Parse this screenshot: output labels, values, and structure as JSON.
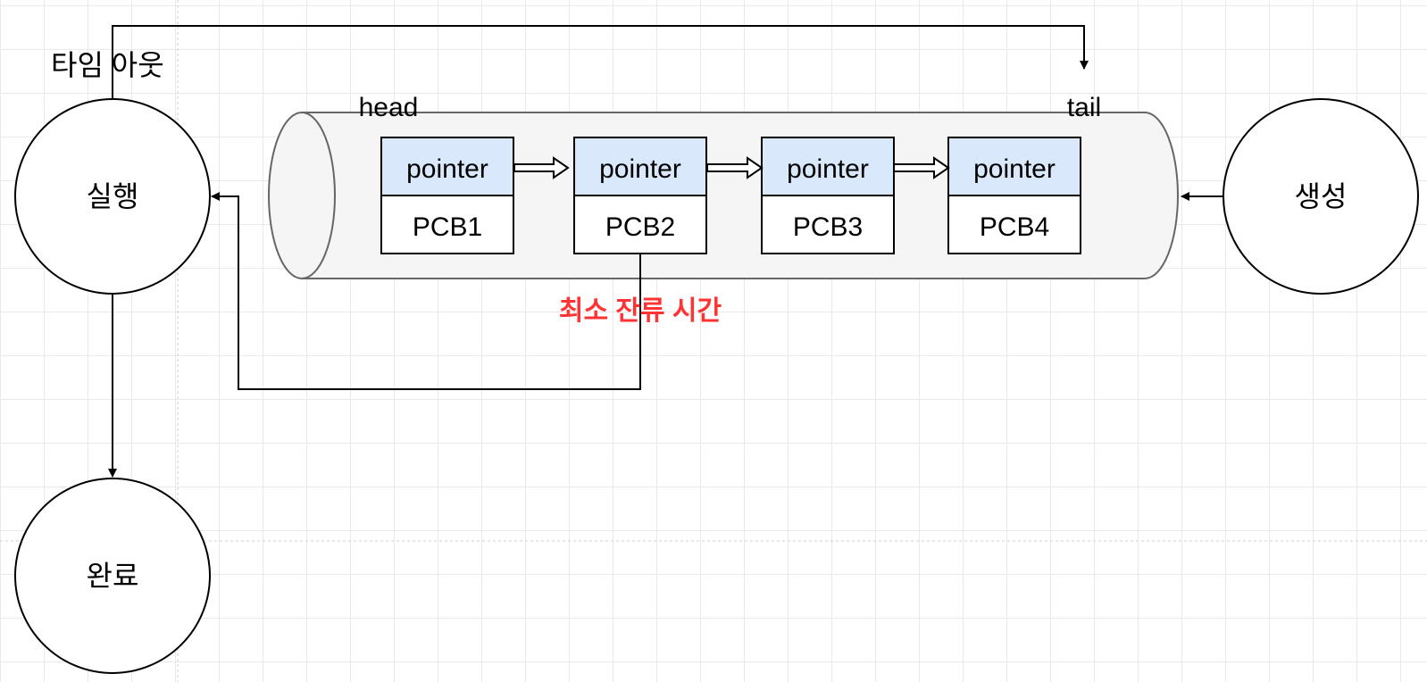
{
  "states": {
    "running": "실행",
    "done": "완료",
    "created": "생성"
  },
  "queue": {
    "head_label": "head",
    "tail_label": "tail",
    "nodes": [
      {
        "pointer": "pointer",
        "pcb": "PCB1"
      },
      {
        "pointer": "pointer",
        "pcb": "PCB2"
      },
      {
        "pointer": "pointer",
        "pcb": "PCB3"
      },
      {
        "pointer": "pointer",
        "pcb": "PCB4"
      }
    ]
  },
  "edges": {
    "timeout_label": "타임 아웃",
    "srt_label": "최소 잔류 시간"
  },
  "colors": {
    "pointer_fill": "#dae8fc",
    "queue_fill": "#f5f5f5",
    "queue_stroke": "#666666",
    "srt_text": "#ff3333"
  }
}
